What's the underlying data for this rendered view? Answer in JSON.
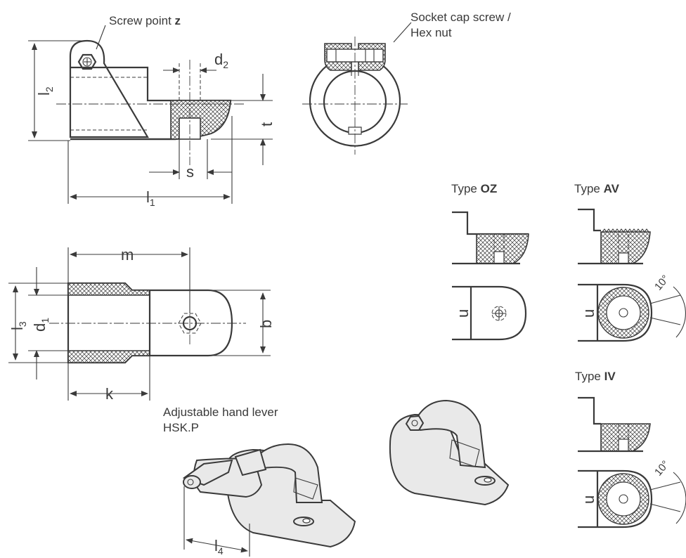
{
  "labels": {
    "screw_point": "Screw point ",
    "screw_point_bold": "z",
    "socket_line1": "Socket cap screw /",
    "socket_line2": "Hex nut",
    "type_oz_prefix": "Type ",
    "type_oz_bold": "OZ",
    "type_av_prefix": "Type ",
    "type_av_bold": "AV",
    "type_iv_prefix": "Type ",
    "type_iv_bold": "IV",
    "lever_line1": "Adjustable hand lever",
    "lever_line2": "HSK.P"
  },
  "dimensions": {
    "l2": "l",
    "l2_sub": "2",
    "d2": "d",
    "d2_sub": "2",
    "t": "t",
    "s": "s",
    "l1": "l",
    "l1_sub": "1",
    "m": "m",
    "l3": "l",
    "l3_sub": "3",
    "d1": "d",
    "d1_sub": "1",
    "b": "b",
    "k": "k",
    "l4": "l",
    "l4_sub": "4",
    "angle_av": "10°",
    "angle_iv": "10°",
    "u_oz": "u",
    "u_av": "u",
    "u_iv": "u"
  }
}
